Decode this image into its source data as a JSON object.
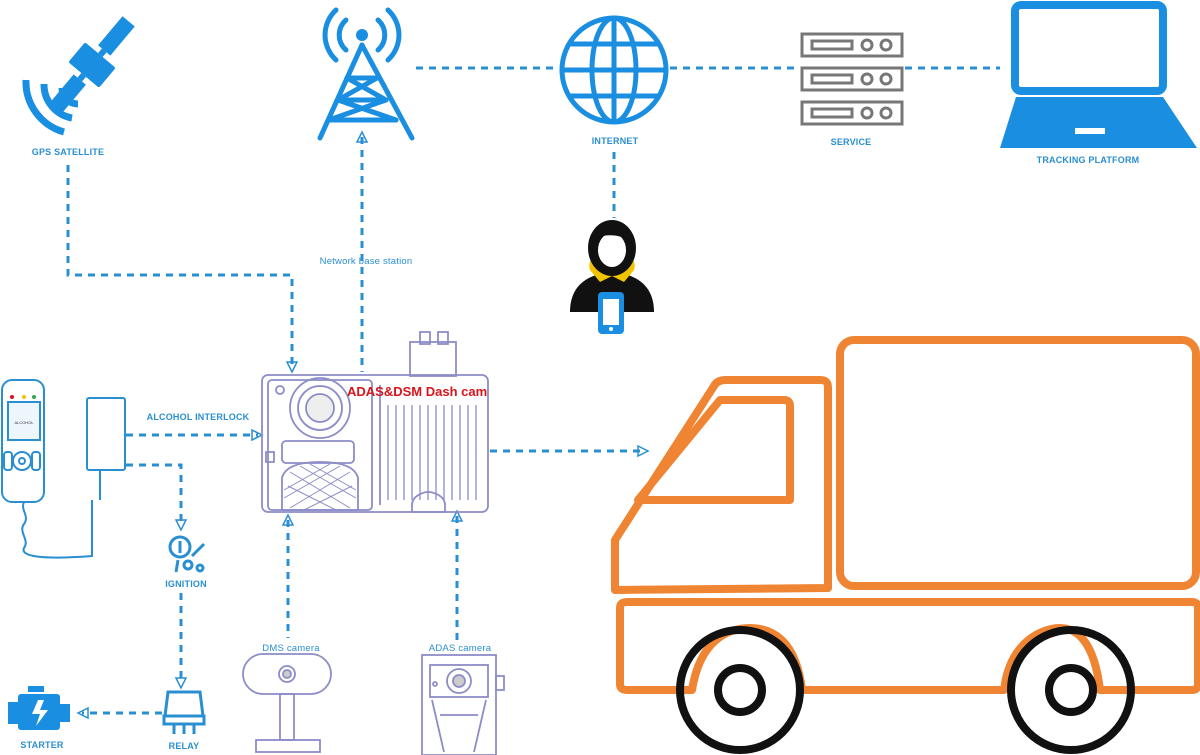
{
  "labels": {
    "gps_satellite": "GPS SATELLITE",
    "network_base_station": "Network base station",
    "internet": "INTERNET",
    "service": "SERVICE",
    "tracking_platform": "TRACKING PLATFORM",
    "dash_cam": "ADAS&DSM Dash cam",
    "alcohol_interlock": "ALCOHOL INTERLOCK",
    "ignition": "IGNITION",
    "dms_camera": "DMS camera",
    "adas_camera": "ADAS camera",
    "relay": "RELAY",
    "starter": "STARTER",
    "breathalyzer_screen": "ALCOHOL"
  },
  "colors": {
    "blue": "#1a8ee0",
    "link": "#2a8fd1",
    "gray": "#777777",
    "black": "#111111",
    "orange": "#ef8533",
    "red": "#d8141c",
    "device_outline": "#8c8cc8"
  }
}
